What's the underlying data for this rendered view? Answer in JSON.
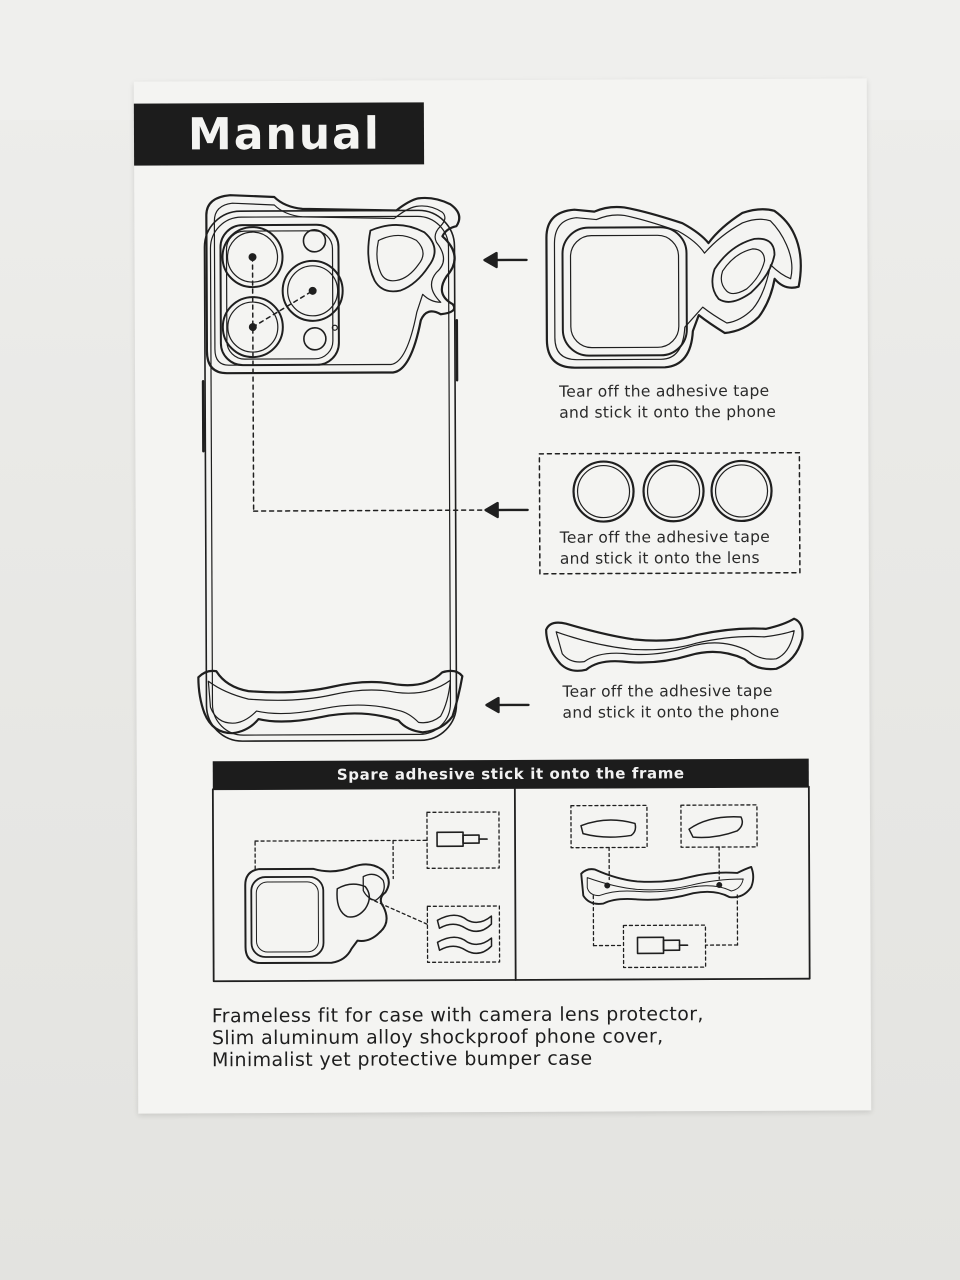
{
  "manual": {
    "title": "Manual"
  },
  "steps": [
    {
      "line1": "Tear off the adhesive tape",
      "line2": "and stick it onto the phone"
    },
    {
      "line1": "Tear off the adhesive tape",
      "line2": "and stick it onto the lens"
    },
    {
      "line1": "Tear off the adhesive tape",
      "line2": "and stick it onto the phone"
    }
  ],
  "spare": {
    "title": "Spare adhesive stick it onto the frame"
  },
  "footer": {
    "lines": [
      "Frameless fit for case with camera lens protector,",
      "Slim aluminum alloy shockproof phone cover,",
      "Minimalist yet protective bumper case"
    ]
  },
  "colors": {
    "ink": "#1c1c1c",
    "paper": "#f4f4f2",
    "background": "#e9e9e6"
  }
}
